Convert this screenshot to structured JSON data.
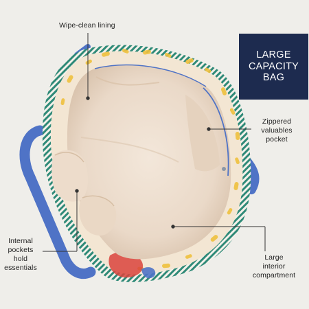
{
  "badge": {
    "lines": [
      "LARGE",
      "CAPACITY",
      "BAG"
    ],
    "background": "#1d2b4f"
  },
  "callouts": {
    "lining": "Wipe-clean lining",
    "zippered": [
      "Zippered",
      "valuables",
      "pocket"
    ],
    "internal": [
      "Internal",
      "pockets hold",
      "essentials"
    ],
    "large": [
      "Large",
      "interior",
      "compartment"
    ]
  },
  "colors": {
    "background": "#efeeea",
    "lining": "#efe1d2",
    "trim_green": "#2f8a78",
    "handle_blue": "#4f73c6",
    "pattern_yellow": "#efc13e"
  }
}
